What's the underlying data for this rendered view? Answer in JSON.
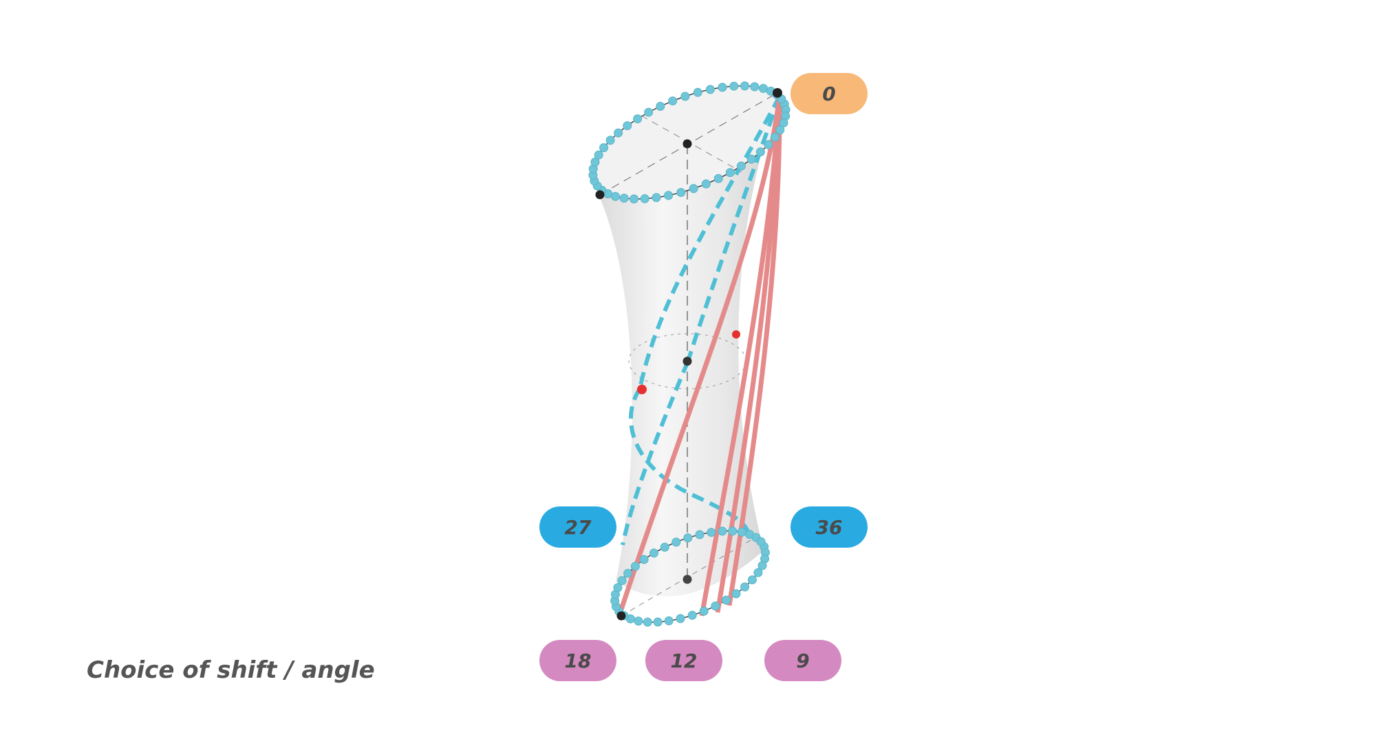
{
  "colors": {
    "badge_top": "#f8b878",
    "badge_mid": "#29abe2",
    "badge_bottom": "#d48ac0",
    "surface": "#ececec",
    "ring_dots": "#6ec6d8",
    "dashed_line": "#4fbfd6",
    "solid_line": "#e58a8a",
    "marker_red": "#e53030",
    "marker_black": "#222222"
  },
  "icons": {
    "surface": "hyperboloid-shape",
    "markers": "point-dot"
  },
  "badges": {
    "top": {
      "label": "0"
    },
    "mid_left": {
      "label": "27"
    },
    "mid_right": {
      "label": "36"
    },
    "bottom_left": {
      "label": "18"
    },
    "bottom_center": {
      "label": "12"
    },
    "bottom_right": {
      "label": "9"
    }
  },
  "caption": "Choice of shift / angle"
}
